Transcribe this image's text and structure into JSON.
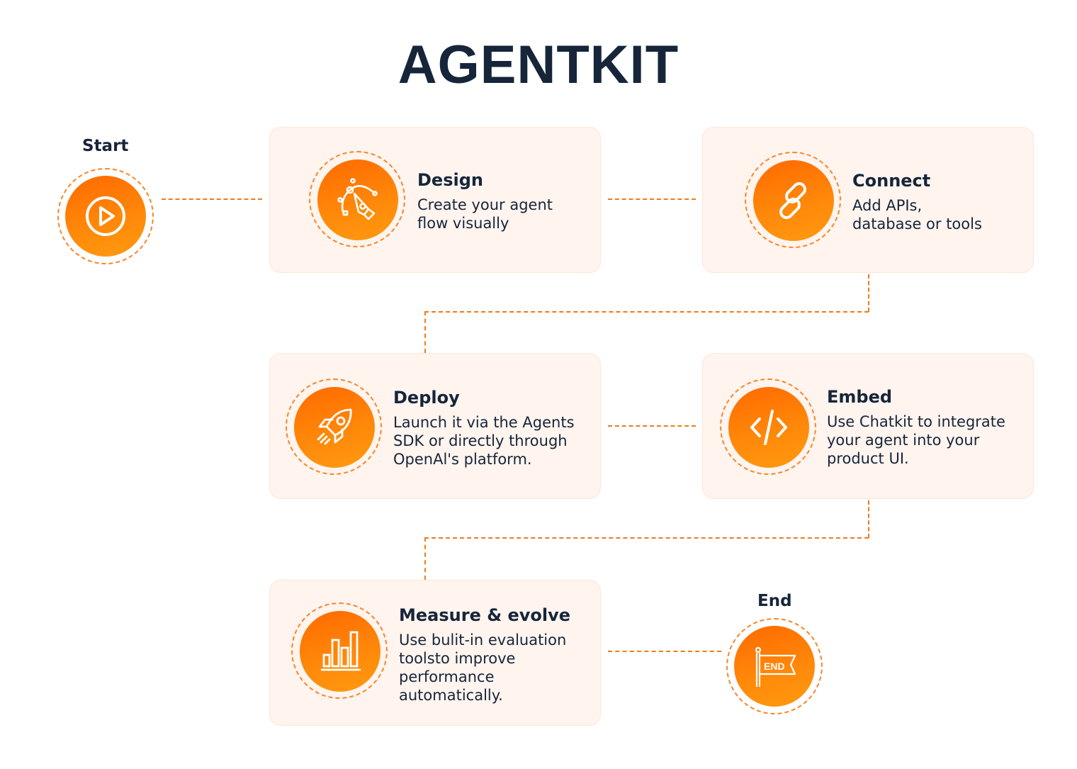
{
  "title": "AGENTKIT",
  "start": {
    "label": "Start",
    "icon": "play-icon"
  },
  "end": {
    "label": "End",
    "icon": "end-flag-icon",
    "flag_text": "END"
  },
  "steps": [
    {
      "title": "Design",
      "description": "Create your agent\nflow visually",
      "icon": "pen-tool-icon"
    },
    {
      "title": "Connect",
      "description": "Add APIs,\ndatabase or tools",
      "icon": "link-icon"
    },
    {
      "title": "Deploy",
      "description": "Launch it via the Agents\nSDK or directly through\nOpenAl's platform.",
      "icon": "rocket-icon"
    },
    {
      "title": "Embed",
      "description": "Use Chatkit to integrate\nyour agent into your\nproduct UI.",
      "icon": "code-icon"
    },
    {
      "title": "Measure & evolve",
      "description": "Use bulit-in evaluation\ntoolsto improve\nperformance\nautomatically.",
      "icon": "bar-chart-icon"
    }
  ],
  "colors": {
    "accent": "#ff6a00",
    "accent_light": "#ff9a10",
    "connector": "#f07a1a",
    "card_bg": "#fff4ee",
    "text": "#16253a"
  }
}
